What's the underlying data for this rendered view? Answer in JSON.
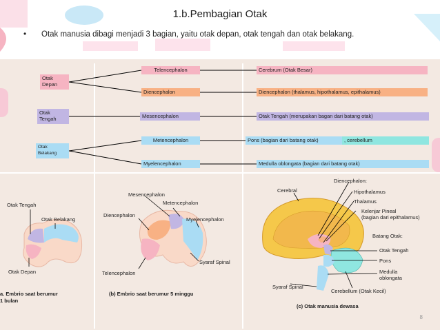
{
  "title": "1.b.Pembagian Otak",
  "bullet": "Otak manusia dibagi menjadi 3 bagian, yaitu otak depan, otak tengah dan otak belakang.",
  "bullet_symbol": "•",
  "colors": {
    "pink": "#f6b4c2",
    "orange": "#f8b184",
    "purple": "#c1b6e3",
    "blue": "#aadcf4",
    "cyan": "#8fe6e0",
    "panel": "#f3e9e2"
  },
  "groups": {
    "depan": "Otak\nDepan",
    "tengah": "Otak\nTengah",
    "belakang": "Otak\nBelakang"
  },
  "subdivisions": [
    "Telencephalon",
    "Diencephalon",
    "Mesencephalon",
    "Metencephalon",
    "Myelencephalon"
  ],
  "adult": {
    "cerebrum": "Cerebrum (Otak Besar)",
    "diencephalon": "Diencephalon (thalamus, hipothalamus, epithalamus)",
    "otak_tengah": "Otak Tengah (merupakan bagan dari batang otak)",
    "pons": "Pons (bagian dari batang otak)",
    "cerebellum": ",    cerebellum",
    "medulla": "Medulla oblongata (bagian dari batang otak)"
  },
  "embryo_a": {
    "otak_tengah": "Otak Tengah",
    "otak_belakang": "Otak Belakang",
    "otak_depan": "Otak Depan",
    "caption": "a. Embrio saat berumur\n1 bulan"
  },
  "embryo_b": {
    "mesencephalon": "Mesencephalon",
    "metencephalon": "Metencephalon",
    "diencephalon": "Diencephalon",
    "myelencephalon": "Myelencephalon",
    "telencephalon": "Telencephalon",
    "saraf": "Syaraf Spinal",
    "caption": "(b) Embrio saat berumur 5 minggu"
  },
  "brain_c": {
    "cerebral": "Cerebral",
    "diencephalon": "Diencephalon:",
    "hipothalamus": "Hipothalamus",
    "thalamus": "Thalamus",
    "pineal": "Kelenjar Pineal\n(bagian dari epithalamus)",
    "batang": "Batang Otak:",
    "otak_tengah": "Otak Tengah",
    "pons": "Pons",
    "medulla": "Medulla\noblongata",
    "cerebellum": "Cerebellum (Otak Kecil)",
    "saraf": "Syaraf Spinal",
    "caption": "(c) Otak manusia dewasa"
  },
  "page_number": "8"
}
